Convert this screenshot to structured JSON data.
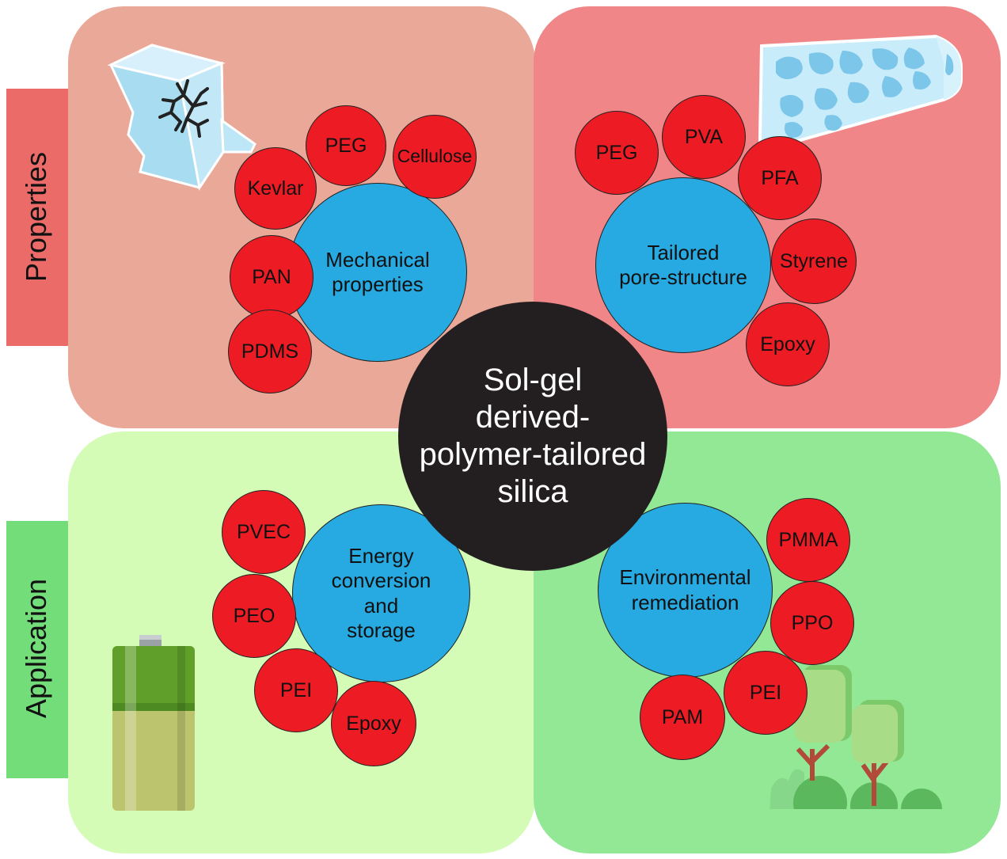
{
  "side_labels": {
    "properties": "Properties",
    "application": "Application"
  },
  "center": {
    "lines": [
      "Sol-gel",
      "derived-",
      "polymer-tailored",
      "silica"
    ]
  },
  "quadrants": {
    "mechanical": {
      "hub": [
        "Mechanical",
        "properties"
      ],
      "polymers": [
        "PEG",
        "Cellulose",
        "Kevlar",
        "PAN",
        "PDMS"
      ]
    },
    "pore": {
      "hub": [
        "Tailored",
        "pore-structure"
      ],
      "polymers": [
        "PEG",
        "PVA",
        "PFA",
        "Styrene",
        "Epoxy"
      ]
    },
    "energy": {
      "hub": [
        "Energy",
        "conversion",
        "and",
        "storage"
      ],
      "polymers": [
        "PVEC",
        "PEO",
        "PEI",
        "Epoxy"
      ]
    },
    "environment": {
      "hub": [
        "Environmental",
        "remediation"
      ],
      "polymers": [
        "PMMA",
        "PPO",
        "PEI",
        "PAM"
      ]
    }
  },
  "colors": {
    "properties_panel_left": "#eaa898",
    "properties_panel_right": "#f08688",
    "application_panel_left": "#d4fcb6",
    "application_panel_right": "#93e896",
    "properties_tab": "#ea6b68",
    "application_tab": "#73dd7a",
    "polymer_circle": "#ed1c24",
    "hub_circle": "#27aae1",
    "center_circle": "#231f20"
  },
  "icons": [
    "cracked-ice-block-icon",
    "porous-block-icon",
    "battery-icon",
    "trees-icon"
  ]
}
